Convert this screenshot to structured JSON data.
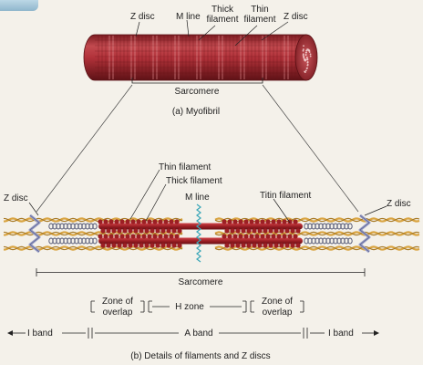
{
  "panel_a": {
    "caption": "(a) Myofibril",
    "labels": {
      "z_disc_left": "Z disc",
      "m_line": "M line",
      "thick_filament": "Thick filament",
      "thin_filament": "Thin filament",
      "z_disc_right": "Z disc",
      "sarcomere": "Sarcomere"
    }
  },
  "panel_b": {
    "caption": "(b) Details of filaments and Z discs",
    "labels": {
      "z_disc_left": "Z disc",
      "thin_filament": "Thin filament",
      "thick_filament": "Thick filament",
      "m_line": "M line",
      "titin_filament": "Titin filament",
      "z_disc_right": "Z disc",
      "sarcomere": "Sarcomere",
      "zone_overlap_left_1": "Zone of",
      "zone_overlap_left_2": "overlap",
      "h_zone": "H zone",
      "zone_overlap_right_1": "Zone of",
      "zone_overlap_right_2": "overlap",
      "i_band_left": "I band",
      "a_band": "A band",
      "i_band_right": "I band"
    }
  },
  "colors": {
    "myofibril": "#b2323a",
    "thick_filament": "#9c1f24",
    "thin_filament": "#d9a441",
    "titin": "#4a4f6e",
    "m_line": "#3aa7b8",
    "z_disc": "#9aa0c8"
  }
}
